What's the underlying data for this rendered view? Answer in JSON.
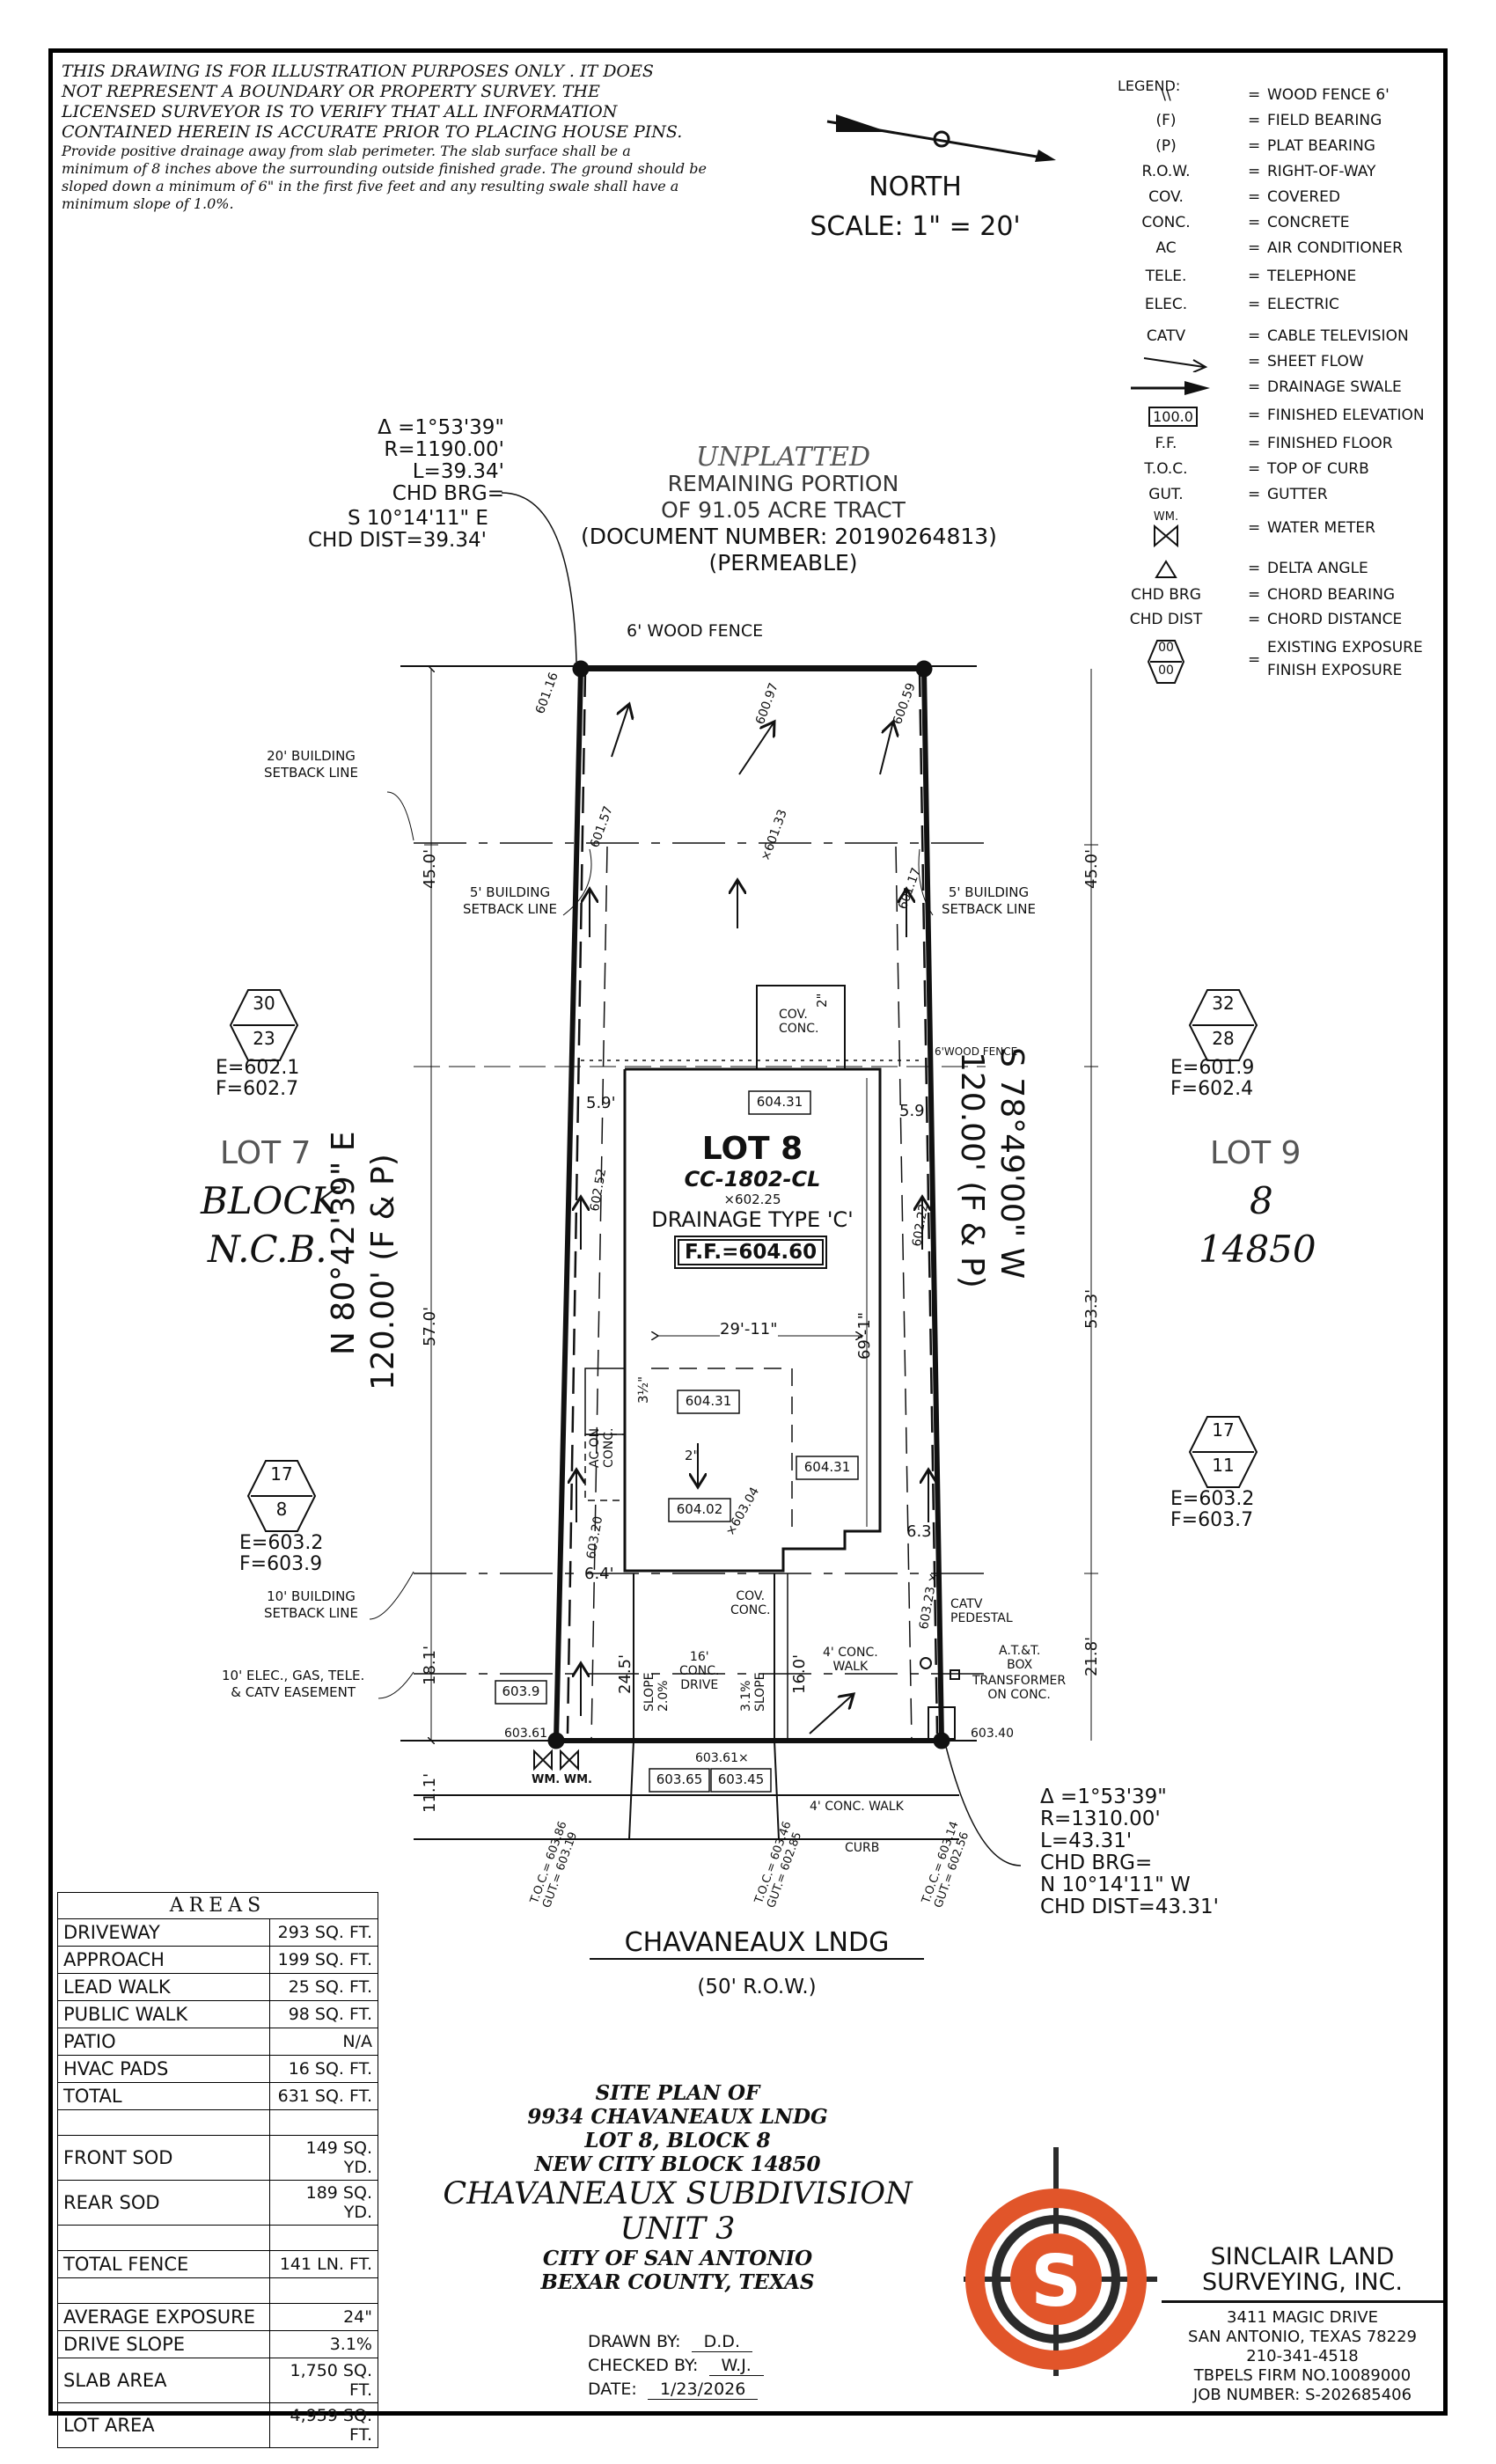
{
  "disclaimer": {
    "lines": [
      "THIS DRAWING IS FOR ILLUSTRATION PURPOSES ONLY . IT DOES",
      "NOT REPRESENT A BOUNDARY OR PROPERTY SURVEY. THE",
      "LICENSED SURVEYOR IS TO VERIFY THAT ALL INFORMATION",
      "CONTAINED HEREIN IS ACCURATE PRIOR TO PLACING HOUSE PINS."
    ],
    "drainage_lines": [
      "Provide positive drainage away from slab perimeter. The slab surface shall be a",
      "minimum of 8 inches above the surrounding outside finished grade. The ground should be",
      "sloped down a minimum of 6\" in the first five feet and any resulting swale shall have a",
      "minimum slope of 1.0%."
    ]
  },
  "north": {
    "label": "NORTH",
    "scale": "SCALE: 1\" = 20'"
  },
  "legend": {
    "title": "LEGEND:",
    "items": [
      {
        "sym": "\\\\",
        "desc": "WOOD FENCE 6'"
      },
      {
        "sym": "(F)",
        "desc": "FIELD BEARING"
      },
      {
        "sym": "(P)",
        "desc": "PLAT BEARING"
      },
      {
        "sym": "R.O.W.",
        "desc": "RIGHT-OF-WAY"
      },
      {
        "sym": "COV.",
        "desc": "COVERED"
      },
      {
        "sym": "CONC.",
        "desc": "CONCRETE"
      },
      {
        "sym": "AC",
        "desc": "AIR CONDITIONER"
      },
      {
        "sym": "TELE.",
        "desc": "TELEPHONE"
      },
      {
        "sym": "ELEC.",
        "desc": "ELECTRIC"
      },
      {
        "sym": "CATV",
        "desc": "CABLE TELEVISION"
      },
      {
        "sym": "",
        "desc": "SHEET FLOW"
      },
      {
        "sym": "",
        "desc": "DRAINAGE SWALE"
      },
      {
        "sym": "100.0",
        "desc": "FINISHED ELEVATION"
      },
      {
        "sym": "F.F.",
        "desc": "FINISHED FLOOR"
      },
      {
        "sym": "T.O.C.",
        "desc": "TOP OF CURB"
      },
      {
        "sym": "GUT.",
        "desc": "GUTTER"
      },
      {
        "sym": "WM.",
        "desc": "WATER METER"
      },
      {
        "sym": "",
        "desc": "DELTA ANGLE"
      },
      {
        "sym": "CHD BRG",
        "desc": "CHORD BEARING"
      },
      {
        "sym": "CHD DIST",
        "desc": "CHORD DISTANCE"
      },
      {
        "sym": "00",
        "sym2": "00",
        "desc": "EXISTING EXPOSURE",
        "desc2": "FINISH EXPOSURE"
      }
    ]
  },
  "curve_top": {
    "delta": "Δ =1°53'39\"",
    "r": "R=1190.00'",
    "l": "L=39.34'",
    "chd_brg_label": "CHD BRG=",
    "chd_brg": "S 10°14'11\" E",
    "chd_dist": "CHD DIST=39.34'"
  },
  "curve_bottom": {
    "delta": "Δ =1°53'39\"",
    "r": "R=1310.00'",
    "l": "L=43.31'",
    "chd_brg_label": "CHD BRG=",
    "chd_brg": "N 10°14'11\" W",
    "chd_dist": "CHD DIST=43.31'"
  },
  "unplatted": {
    "title": "UNPLATTED",
    "l1": "REMAINING PORTION",
    "l2": "OF 91.05 ACRE TRACT",
    "l3": "(DOCUMENT NUMBER: 20190264813)",
    "l4": "(PERMEABLE)"
  },
  "labels": {
    "wood_fence_top": "6' WOOD FENCE",
    "wood_fence_mid": "6'WOOD FENCE",
    "setback_20": [
      "20' BUILDING",
      "SETBACK LINE"
    ],
    "setback_5_left": [
      "5' BUILDING",
      "SETBACK LINE"
    ],
    "setback_5_right": [
      "5' BUILDING",
      "SETBACK LINE"
    ],
    "setback_10": [
      "10' BUILDING",
      "SETBACK LINE"
    ],
    "easement": [
      "10' ELEC., GAS, TELE.",
      "& CATV EASEMENT"
    ],
    "lot7": "LOT 7",
    "block": "BLOCK",
    "ncb": "N.C.B.",
    "lot9": "LOT 9",
    "block_num": "8",
    "ncb_num": "14850",
    "lot8": "LOT 8",
    "plan": "CC-1802-CL",
    "drainage": "DRAINAGE TYPE 'C'",
    "ff": "F.F.=604.60",
    "elev_center": "×602.25",
    "bearing_left": "N 80°42'39\" E",
    "dist_left": "120.00' (F & P)",
    "bearing_right": "S 78°49'00\" W",
    "dist_right": "120.00' (F & P)",
    "dim_45_left": "45.0'",
    "dim_45_right": "45.0'",
    "dim_57": "57.0'",
    "dim_53": "53.3'",
    "dim_18": "18.1'",
    "dim_21": "21.8'",
    "dim_11": "11.1'",
    "dim_24": "24.5'",
    "dim_16": "16.0'",
    "dim_5_9_l": "5.9'",
    "dim_5_9_r": "5.9'",
    "dim_6_4": "6.4'",
    "dim_6_3": "6.3'",
    "dim_29_11": "29'-11\"",
    "dim_69_1": "69'-1\"",
    "cov_conc_top": [
      "COV.",
      "CONC."
    ],
    "cov_conc_bottom": [
      "COV.",
      "CONC."
    ],
    "ac_on_conc": [
      "AC ON",
      "CONC."
    ],
    "slope_2": "2\"",
    "slope_35": "3½\"",
    "slope_left": [
      "SLOPE",
      "2.0%"
    ],
    "slope_right": [
      "3.1%",
      "SLOPE"
    ],
    "drive": [
      "16'",
      "CONC.",
      "DRIVE"
    ],
    "walk": [
      "4' CONC.",
      "WALK"
    ],
    "public_walk": "4' CONC. WALK",
    "curb": "CURB",
    "catv": [
      "CATV",
      "PEDESTAL"
    ],
    "att": [
      "A.T.&T.",
      "BOX"
    ],
    "transformer": [
      "TRANSFORMER",
      "ON CONC."
    ],
    "wm": "WM.  WM.",
    "elevs": {
      "e601_16": "601.16",
      "e600_97": "600.97",
      "e600_59": "600.59",
      "e601_57": "601.57",
      "e601_33": "×601.33",
      "e601_17": "601.17",
      "e602_52": "602.52",
      "e602_22": "602.22",
      "e603_20": "603.20",
      "e603_04": "×603.04",
      "e603_23": "603.23 ×",
      "e603_61": "603.61",
      "e603_40": "603.40",
      "e603_61x": "603.61×",
      "box_604_31a": "604.31",
      "box_604_31b": "604.31",
      "box_604_31c": "604.31",
      "box_604_02": "604.02",
      "box_603_9": "603.9",
      "box_603_65": "603.65",
      "box_603_45": "603.45"
    },
    "toc": [
      [
        "T.O.C.= 603.86",
        "GUT.= 603.19"
      ],
      [
        "T.O.C.= 603.46",
        "GUT.= 602.85"
      ],
      [
        "T.O.C.= 603.14",
        "GUT.= 602.56"
      ]
    ],
    "street": "CHAVANEAUX LNDG",
    "row": "(50' R.O.W.)"
  },
  "exposures": {
    "lot7_top": {
      "a": "30",
      "b": "23",
      "e": "E=602.1",
      "f": "F=602.7"
    },
    "lot9_top": {
      "a": "32",
      "b": "28",
      "e": "E=601.9",
      "f": "F=602.4"
    },
    "lot7_bottom": {
      "a": "17",
      "b": "8",
      "e": "E=603.2",
      "f": "F=603.9"
    },
    "lot9_bottom": {
      "a": "17",
      "b": "11",
      "e": "E=603.2",
      "f": "F=603.7"
    }
  },
  "areas": {
    "title": "AREAS",
    "rows": [
      [
        "DRIVEWAY",
        "293 SQ. FT."
      ],
      [
        "APPROACH",
        "199 SQ. FT."
      ],
      [
        "LEAD WALK",
        "25 SQ. FT."
      ],
      [
        "PUBLIC WALK",
        "98 SQ. FT."
      ],
      [
        "PATIO",
        "N/A"
      ],
      [
        "HVAC PADS",
        "16 SQ. FT."
      ],
      [
        "TOTAL",
        "631 SQ. FT."
      ],
      [
        "",
        ""
      ],
      [
        "FRONT SOD",
        "149 SQ. YD."
      ],
      [
        "REAR SOD",
        "189 SQ. YD."
      ],
      [
        "",
        ""
      ],
      [
        "TOTAL FENCE",
        "141 LN. FT."
      ],
      [
        "",
        ""
      ],
      [
        "AVERAGE EXPOSURE",
        "24\""
      ],
      [
        "DRIVE SLOPE",
        "3.1%"
      ],
      [
        "SLAB AREA",
        "1,750 SQ. FT."
      ],
      [
        "LOT AREA",
        "4,959 SQ. FT."
      ]
    ]
  },
  "title_block": {
    "l1": "SITE PLAN OF",
    "l2": "9934 CHAVANEAUX LNDG",
    "l3": "LOT 8, BLOCK 8",
    "l4": "NEW CITY BLOCK 14850",
    "l5": "CHAVANEAUX SUBDIVISION",
    "l6": "UNIT 3",
    "l7": "CITY OF SAN ANTONIO",
    "l8": "BEXAR COUNTY, TEXAS",
    "drawn_label": "DRAWN BY:",
    "drawn": "D.D.",
    "checked_label": "CHECKED BY:",
    "checked": "W.J.",
    "date_label": "DATE:",
    "date": "1/23/2026"
  },
  "company": {
    "name1": "SINCLAIR LAND",
    "name2": "SURVEYING, INC.",
    "addr1": "3411 MAGIC DRIVE",
    "addr2": "SAN ANTONIO, TEXAS 78229",
    "phone": "210-341-4518",
    "firm": "TBPELS FIRM NO.10089000",
    "job": "JOB NUMBER: S-202685406",
    "logo_letter": "S"
  },
  "colors": {
    "logo_orange": "#e1552a",
    "logo_dark": "#2b2b2b",
    "line": "#111111"
  }
}
